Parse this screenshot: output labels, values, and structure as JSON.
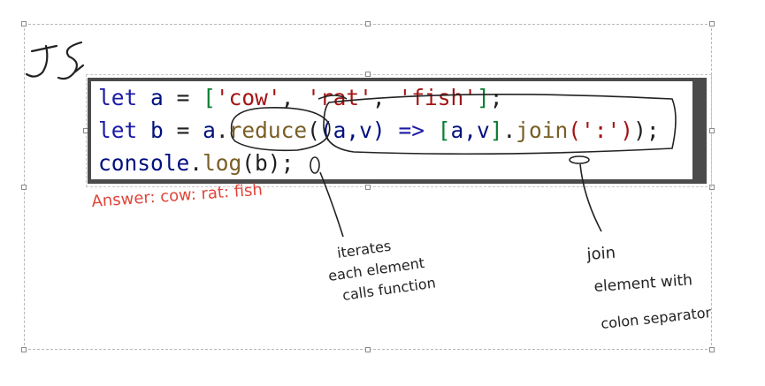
{
  "code": {
    "line1": {
      "kw": "let",
      "var": "a",
      "eq": "=",
      "open": "[",
      "s1": "'cow'",
      "c1": ",",
      "s2": "'rat'",
      "c2": ",",
      "s3": "'fish'",
      "close": "]",
      "semi": ";"
    },
    "line2": {
      "kw": "let",
      "var": "b",
      "eq": "=",
      "obj": "a",
      "dot": ".",
      "method": "reduce",
      "paren_open": "(",
      "params": "(a,v)",
      "arrow": "=>",
      "arr_open": "[",
      "arr_body": "a,v",
      "arr_close": "]",
      "dot2": ".",
      "join": "join",
      "join_args": "(':')",
      "paren_close": ")",
      "semi": ";"
    },
    "line3": {
      "obj": "console",
      "dot": ".",
      "method": "log",
      "args": "(b)",
      "semi": ";"
    }
  },
  "annotations": {
    "initials": "JS",
    "answer": "Answer: cow: rat: fish",
    "note_reduce": [
      "iterates",
      "each element",
      "calls function"
    ],
    "note_join": [
      "join",
      "element with",
      "colon separator"
    ]
  },
  "colors": {
    "keyword": "#1a1aa6",
    "string": "#a31515",
    "function": "#795e26",
    "bracket": "#0b7f30",
    "ink_black": "#222222",
    "ink_red": "#e0453a"
  }
}
